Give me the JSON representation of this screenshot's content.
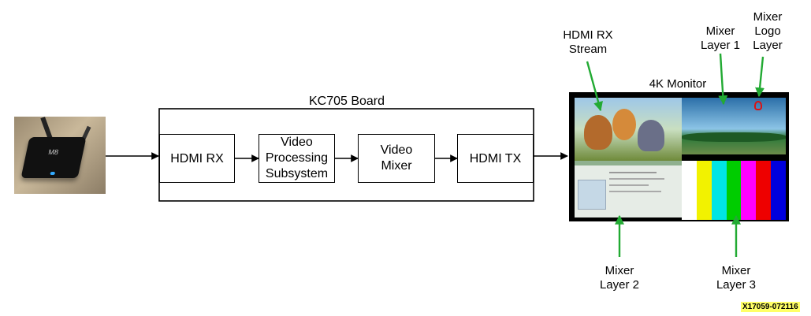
{
  "board": {
    "title": "KC705 Board"
  },
  "blocks": {
    "hdmi_rx": "HDMI RX",
    "vps": "Video\nProcessing\nSubsystem",
    "mixer": "Video\nMixer",
    "hdmi_tx": "HDMI TX"
  },
  "monitor": {
    "title": "4K Monitor"
  },
  "callouts": {
    "hdmi_rx_stream": "HDMI RX\nStream",
    "mixer_layer_1": "Mixer\nLayer 1",
    "mixer_logo_layer": "Mixer\nLogo\nLayer",
    "mixer_layer_2": "Mixer\nLayer 2",
    "mixer_layer_3": "Mixer\nLayer 3"
  },
  "source_device": {
    "logo_text": "M8"
  },
  "figure_id": "X17059-072116",
  "colors": {
    "callout_arrow": "#22aa33",
    "logo": "#dd1111",
    "color_bars": [
      "#ffffff",
      "#f2f200",
      "#00e5e5",
      "#00cc00",
      "#ff00ff",
      "#ee0000",
      "#0000dd"
    ]
  }
}
